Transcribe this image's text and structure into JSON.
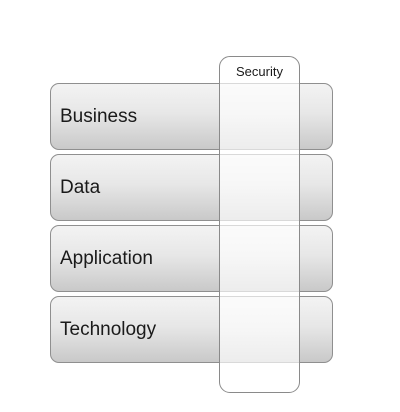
{
  "layers": [
    {
      "label": "Business"
    },
    {
      "label": "Data"
    },
    {
      "label": "Application"
    },
    {
      "label": "Technology"
    }
  ],
  "overlay": {
    "label": "Security"
  }
}
